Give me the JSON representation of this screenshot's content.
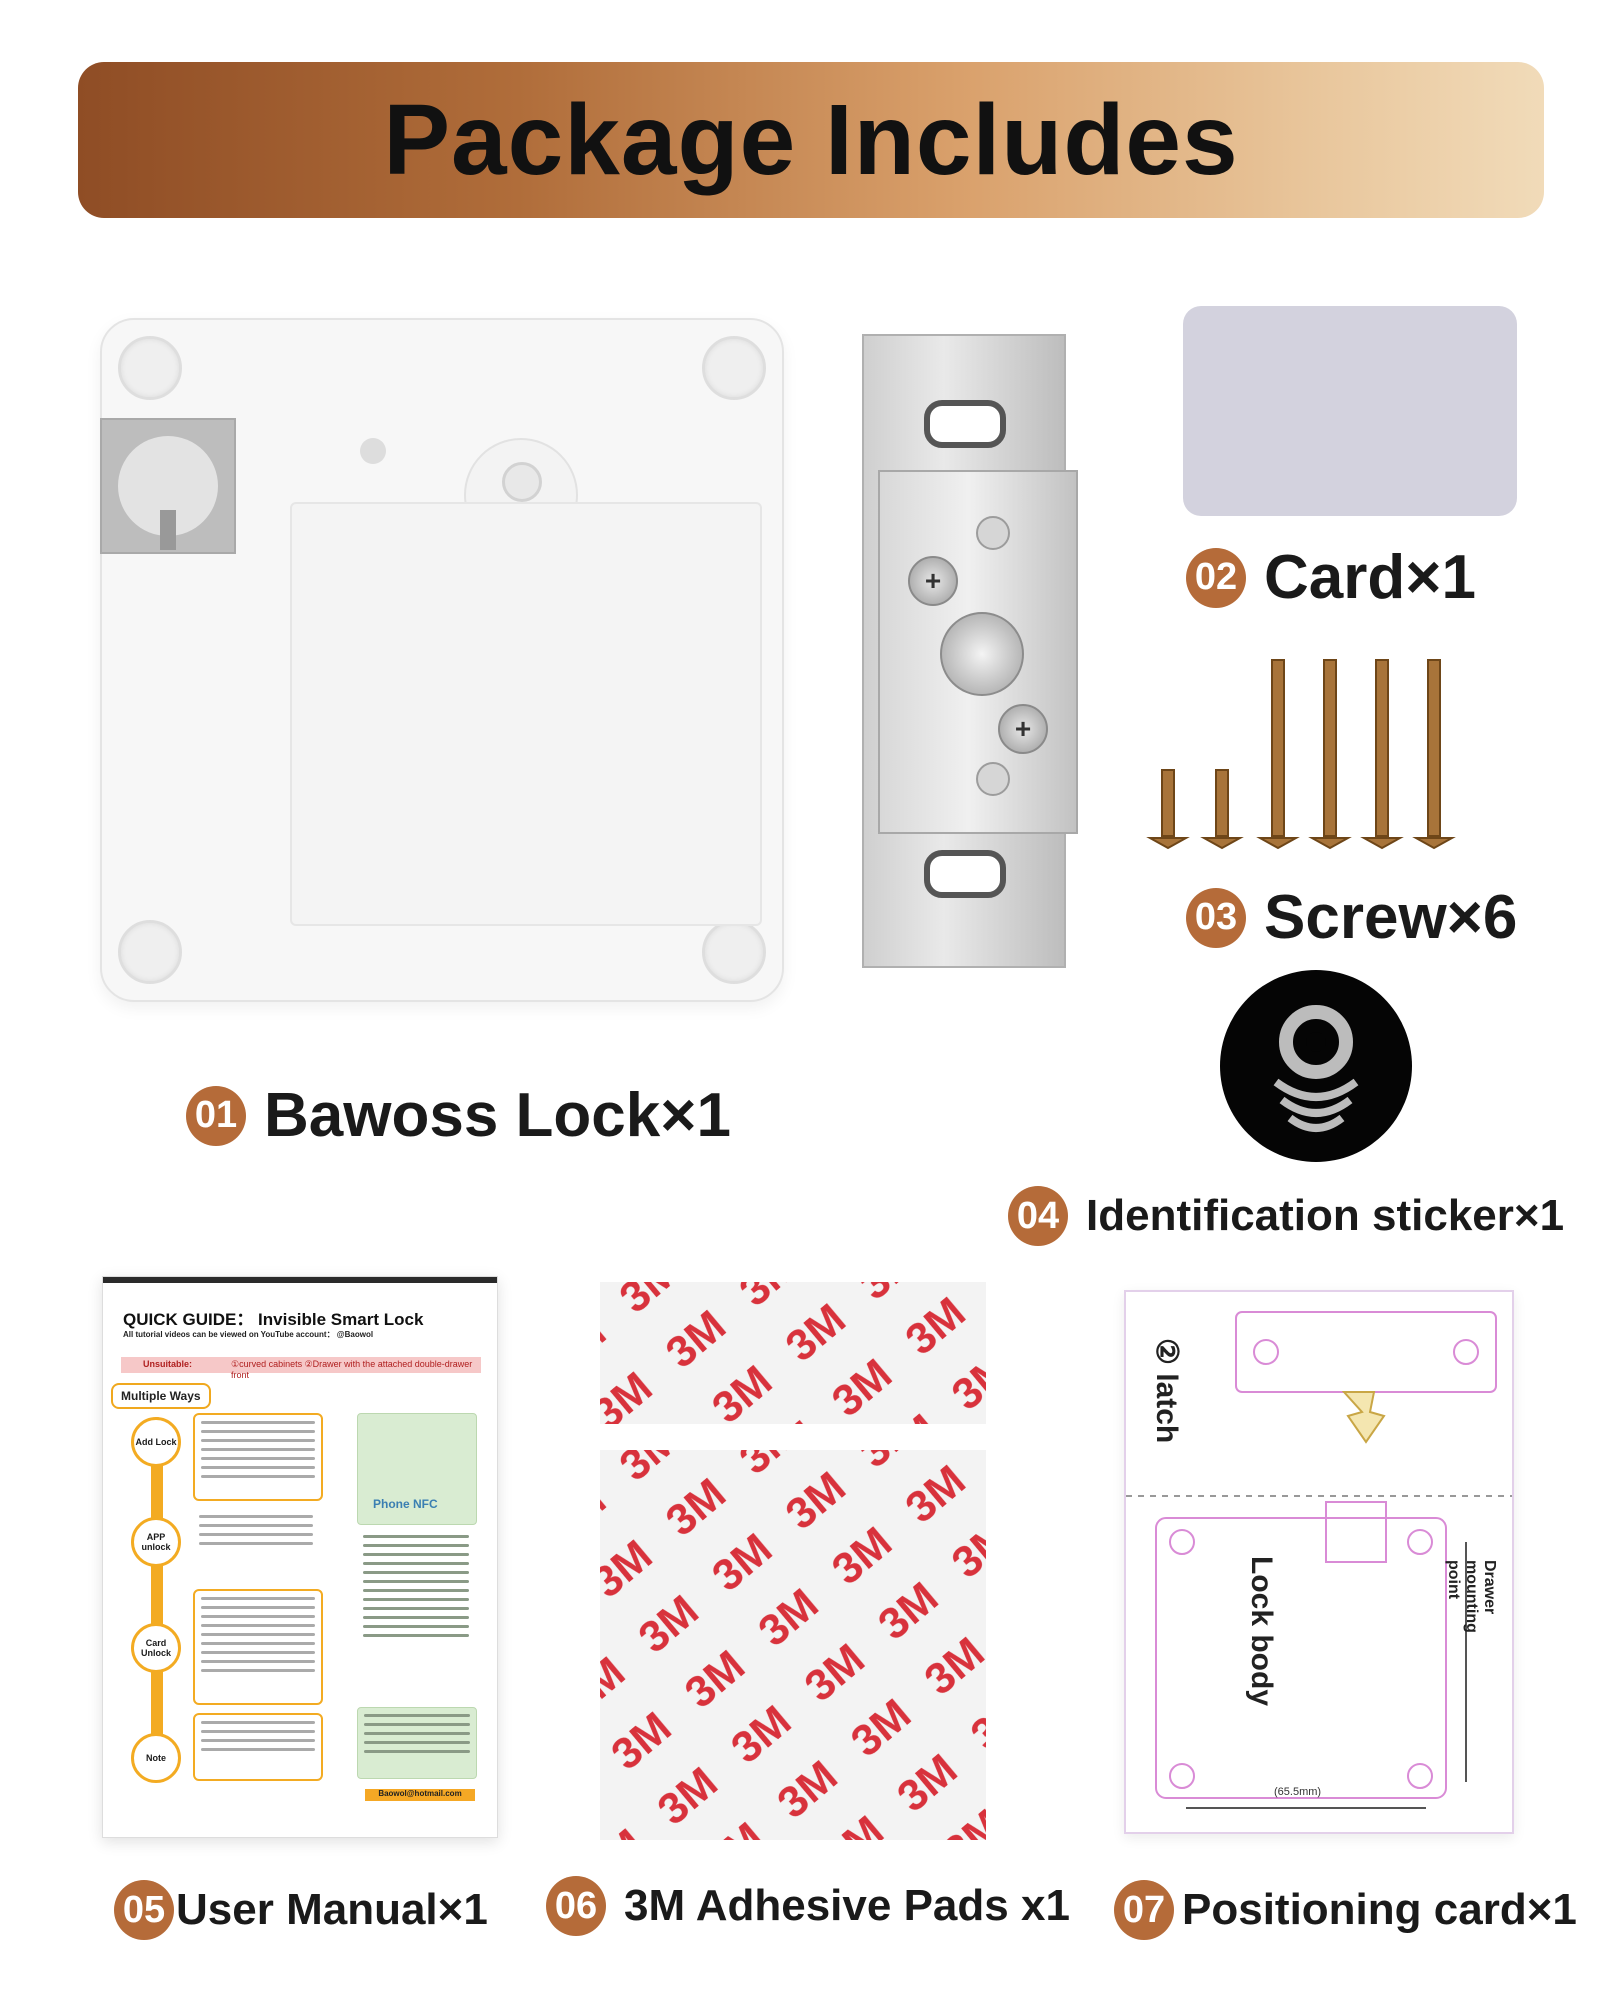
{
  "banner": {
    "title": "Package Includes"
  },
  "items": [
    {
      "num": "01",
      "label": "Bawoss Lock×1"
    },
    {
      "num": "02",
      "label": "Card×1"
    },
    {
      "num": "03",
      "label": "Screw×6"
    },
    {
      "num": "04",
      "label": "Identification sticker×1"
    },
    {
      "num": "05",
      "label": "User Manual×1"
    },
    {
      "num": "06",
      "label": "3M Adhesive Pads x1"
    },
    {
      "num": "07",
      "label": "Positioning card×1"
    }
  ],
  "manual": {
    "title": "QUICK GUIDE：  Invisible Smart Lock",
    "subtitle": "All tutorial videos can be viewed on YouTube account：  @Baowol",
    "unsuitable_label": "Unsuitable:",
    "unsuitable_text": "①curved cabinets ②Drawer with the attached double-drawer front",
    "ways_label": "Multiple Ways",
    "steps": [
      "Add Lock",
      "APP unlock",
      "Card Unlock",
      "Note"
    ],
    "phone_nfc": "Phone NFC",
    "email": "Baowol@hotmail.com"
  },
  "pads": {
    "logo": "3M"
  },
  "positioning": {
    "latch": "② latch",
    "lock_body": "Lock body",
    "mounting": "Drawer mounting point",
    "dim": "(65.5mm)"
  },
  "colors": {
    "banner_start": "#8f4d25",
    "banner_end": "#f1dbb9",
    "number_badge": "#b56b39",
    "card": "#d3d2de",
    "pad_red": "#d8323c",
    "manual_accent": "#f3ab22"
  }
}
